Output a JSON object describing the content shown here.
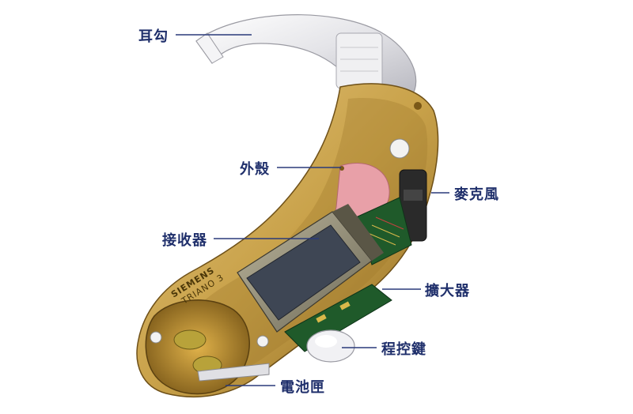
{
  "labels": {
    "ear_hook": "耳勾",
    "shell": "外殼",
    "receiver": "接收器",
    "microphone": "麥克風",
    "amplifier": "擴大器",
    "program_button": "程控鍵",
    "battery_compartment": "電池匣"
  },
  "device_text": {
    "brand": "SIEMENS",
    "model": "TRIANO 3"
  },
  "colors": {
    "label_text": "#1f2f6b",
    "leader_line": "#2a3a7a",
    "shell": "#c9a24a",
    "hook": "#e6e6e8",
    "receiver_screen": "#3e4654",
    "pcb": "#1f5a2a",
    "tube": "#e8a0a8"
  }
}
